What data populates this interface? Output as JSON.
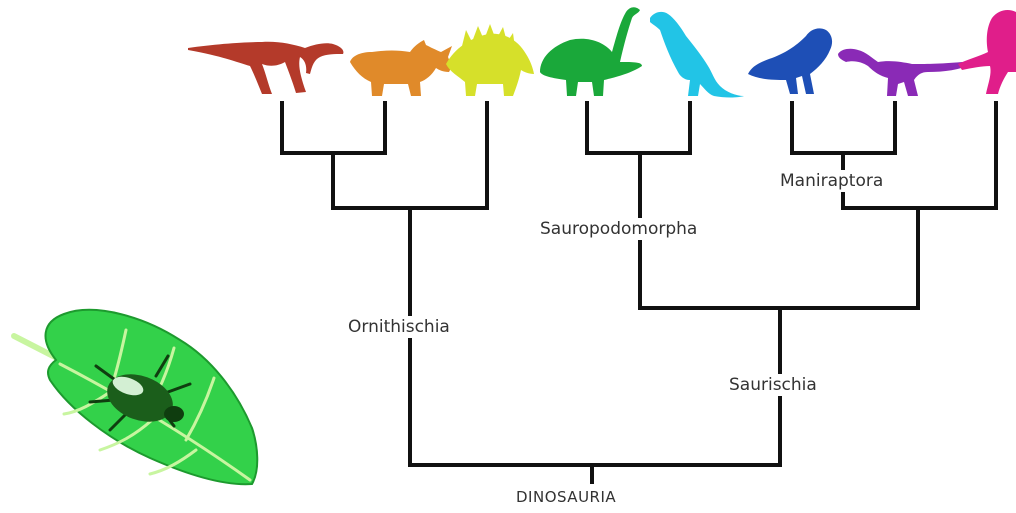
{
  "tree": {
    "root_label": "DINOSAURIA",
    "clade_labels": {
      "ornithischia": "Ornithischia",
      "saurischia": "Saurischia",
      "sauropodomorpha": "Sauropodomorpha",
      "maniraptora": "Maniraptora"
    }
  },
  "colors": {
    "branch": "#111111",
    "hadrosaur": "#b43a2a",
    "ceratopsian": "#e08a2a",
    "stegosaur": "#d6e02a",
    "sauropod": "#1aa83a",
    "prosauropod": "#22c4e6",
    "bird": "#1e4fb6",
    "raptor": "#8a2ab6",
    "theropod": "#e01e8a",
    "leaf": "#33d14a",
    "leaf_vein": "#c8f5a0",
    "beetle": "#1b5e1b"
  },
  "icons": {
    "hadrosaur": "hadrosaur-silhouette-icon",
    "ceratopsian": "ceratopsian-silhouette-icon",
    "stegosaur": "stegosaur-silhouette-icon",
    "sauropod": "sauropod-silhouette-icon",
    "prosauropod": "prosauropod-silhouette-icon",
    "bird": "bird-silhouette-icon",
    "raptor": "raptor-silhouette-icon",
    "theropod": "theropod-silhouette-icon",
    "leaf": "leaf-icon",
    "beetle": "beetle-icon"
  }
}
